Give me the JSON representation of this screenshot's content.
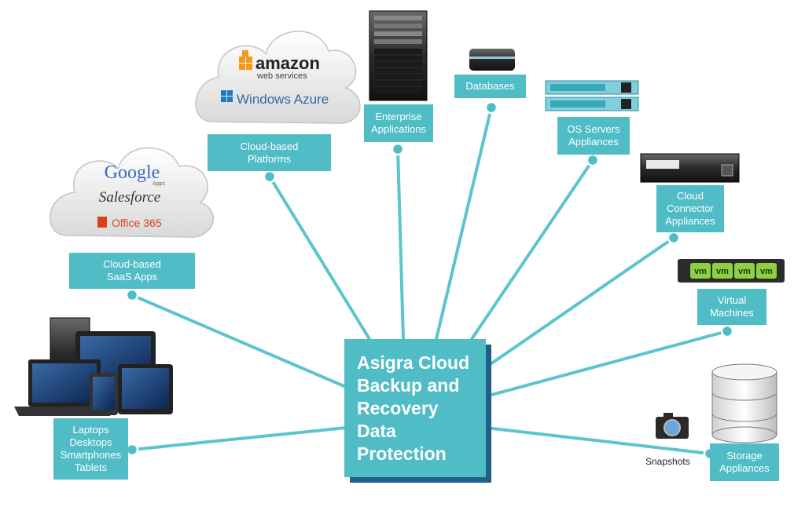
{
  "hub": {
    "lines": [
      "Asigra Cloud",
      "Backup and",
      "Recovery",
      "Data",
      "Protection"
    ]
  },
  "nodes": {
    "saas": {
      "lines": [
        "Cloud-based",
        "SaaS Apps"
      ]
    },
    "platforms": {
      "lines": [
        "Cloud-based",
        "Platforms"
      ]
    },
    "enterprise": {
      "lines": [
        "Enterprise",
        "Applications"
      ]
    },
    "databases": {
      "lines": [
        "Databases"
      ]
    },
    "os": {
      "lines": [
        "OS Servers",
        "Appliances"
      ]
    },
    "connector": {
      "lines": [
        "Cloud",
        "Connector",
        "Appliances"
      ]
    },
    "vm": {
      "lines": [
        "Virtual",
        "Machines"
      ]
    },
    "storage": {
      "lines": [
        "Storage",
        "Appliances"
      ]
    },
    "devices": {
      "lines": [
        "Laptops",
        "Desktops",
        "Smartphones",
        "Tablets"
      ]
    }
  },
  "snapshots_label": "Snapshots",
  "saas_cloud": {
    "google": "Google",
    "google_sub": "Apps",
    "salesforce": "Salesforce",
    "office": "Office 365"
  },
  "platform_cloud": {
    "amazon": "amazon",
    "aws_sub": "web services",
    "azure": "Windows Azure"
  },
  "vm_labels": [
    "vm",
    "vm",
    "vm",
    "vm"
  ],
  "colors": {
    "accent": "#4fbcc6",
    "shadow": "#1f5f88",
    "line": "#5cc4cc"
  }
}
